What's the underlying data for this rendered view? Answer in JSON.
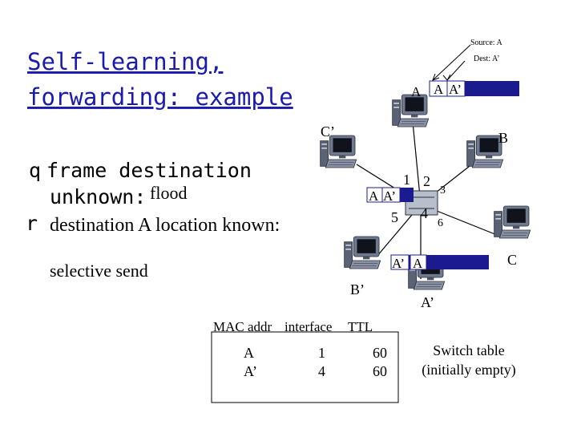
{
  "title": {
    "line1": "Self-learning,",
    "line2": "forwarding: example"
  },
  "bullets": {
    "b1_marker": "q",
    "b1_text": "frame destination",
    "b1_line2": "unknown:",
    "b1_flood": "flood",
    "b2_marker": "r",
    "b2_text": "destination A location known:",
    "b2_selective": "selective send"
  },
  "frame_header": {
    "source": "Source: A",
    "dest": "Dest: A’",
    "host_label": "A",
    "frame_src": "A",
    "frame_dst": "A’"
  },
  "hosts": {
    "c_prime": "C’",
    "b": "B",
    "c": "C",
    "b_prime": "B’",
    "a_prime": "A’"
  },
  "switch": {
    "ports": [
      "1",
      "2",
      "3",
      "4",
      "5",
      "6"
    ],
    "frame_left_src": "A",
    "frame_left_dst": "A’",
    "frame_bottom_src": "A’",
    "frame_bottom_dst": "A"
  },
  "table": {
    "headers": [
      "MAC addr",
      "interface",
      "TTL"
    ],
    "rows": [
      [
        "A",
        "1",
        "60"
      ],
      [
        "A’",
        "4",
        "60"
      ]
    ],
    "caption_line1": "Switch table",
    "caption_line2": "(initially empty)"
  },
  "colors": {
    "title": "#1a1ab0",
    "frame_box": "#1b1b8f",
    "monitor": "#6f7a8f"
  }
}
